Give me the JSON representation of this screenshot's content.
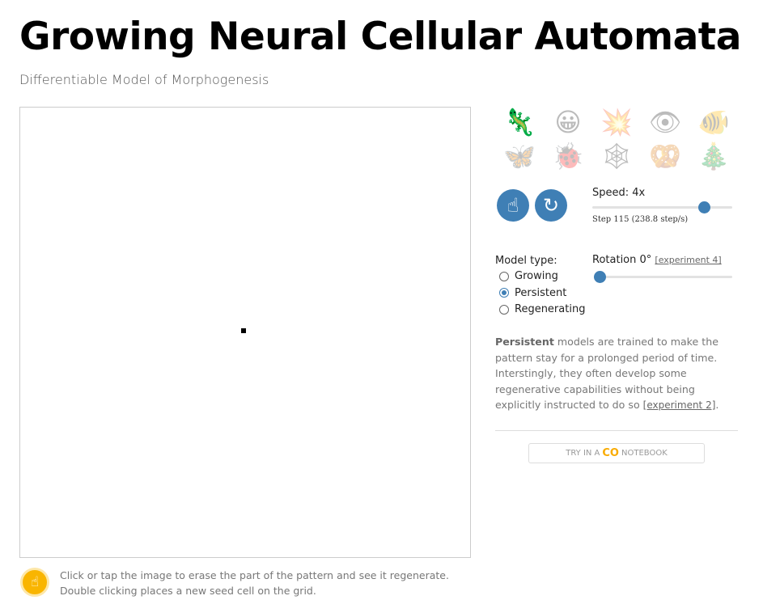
{
  "header": {
    "title": "Growing Neural Cellular Automata",
    "subtitle": "Differentiable Model of Morphogenesis"
  },
  "emojis": [
    {
      "name": "lizard",
      "glyph": "🦎",
      "selected": true
    },
    {
      "name": "smiley",
      "glyph": "😀"
    },
    {
      "name": "explosion",
      "glyph": "💥"
    },
    {
      "name": "eye",
      "glyph": "👁"
    },
    {
      "name": "fish",
      "glyph": "🐠"
    },
    {
      "name": "butterfly",
      "glyph": "🦋"
    },
    {
      "name": "ladybug",
      "glyph": "🐞"
    },
    {
      "name": "spiderweb",
      "glyph": "🕸"
    },
    {
      "name": "pretzel",
      "glyph": "🥨"
    },
    {
      "name": "tree",
      "glyph": "🎄"
    }
  ],
  "controls": {
    "play_icon": "☝",
    "reset_icon": "↻",
    "speed_label": "Speed: 4x",
    "speed_fraction": 0.8,
    "step_text": "Step 115 (238.8 step/s)"
  },
  "model": {
    "label": "Model type:",
    "options": [
      "Growing",
      "Persistent",
      "Regenerating"
    ],
    "selected": "Persistent"
  },
  "rotation": {
    "label": "Rotation 0°",
    "link": "[experiment 4]",
    "value_fraction": 0
  },
  "description": {
    "bold": "Persistent",
    "text": " models are trained to make the pattern stay for a prolonged period of time. Interstingly, they often develop some regenerative capabilities without being explicitly instructed to do so ",
    "link": "[experiment 2]",
    "end": "."
  },
  "colab": {
    "pre": "TRY IN A",
    "logo": "CO",
    "post": "NOTEBOOK"
  },
  "hint": {
    "icon": "☝",
    "line1": "Click or tap the image to erase the part of the pattern and see it regenerate.",
    "line2": "Double clicking places a new seed cell on the grid."
  }
}
